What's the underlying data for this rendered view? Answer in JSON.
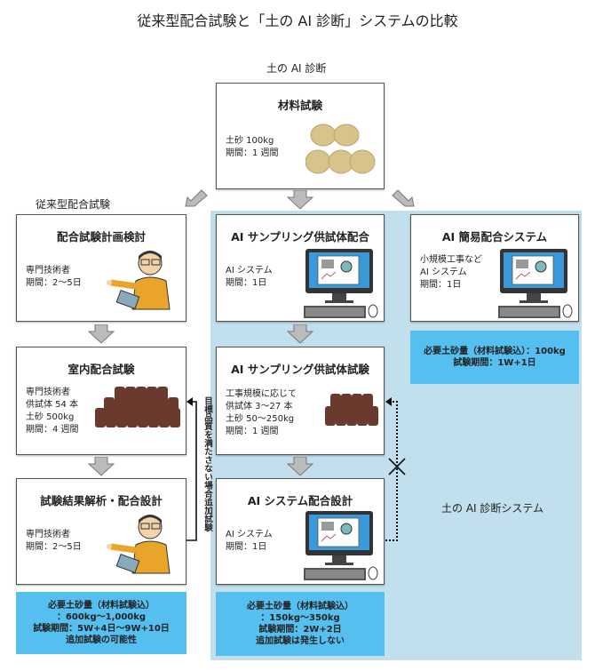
{
  "title": "従来型配合試験と「土の AI 診断」システムの比較",
  "labels": {
    "ai_diagnosis": "土の AI 診断",
    "conventional": "従来型配合試験",
    "ai_system_region": "土の AI 診断システム",
    "feedback_note": "目標品質を満たさない場合追加試験"
  },
  "material": {
    "title": "材料試験",
    "desc": "土砂 100kg\n期間：1 週間"
  },
  "conventional": [
    {
      "title": "配合試験計画検討",
      "desc": "専門技術者\n期間：2〜5日"
    },
    {
      "title": "室内配合試験",
      "desc": "専門技術者\n供試体 54 本\n土砂 500kg\n期間：4 週間"
    },
    {
      "title": "試験結果解析・配合設計",
      "desc": "専門技術者\n期間：2〜5日"
    }
  ],
  "conventional_summary": [
    "必要土砂量（材料試験込）",
    "：600kg〜1,000kg",
    "試験期間：5W+4日〜9W+10日",
    "追加試験の可能性"
  ],
  "ai": [
    {
      "title": "AI サンプリング供試体配合",
      "desc": "AI システム\n期間：1日"
    },
    {
      "title": "AI サンプリング供試体試験",
      "desc": "工事規模に応じて\n供試体 3〜27 本\n土砂 50〜250kg\n期間：1 週間"
    },
    {
      "title": "AI システム配合設計",
      "desc": "AI システム\n期間：1日"
    }
  ],
  "ai_summary": [
    "必要土砂量（材料試験込）",
    "：150kg〜350kg",
    "試験期間：2W+2日",
    "追加試験は発生しない"
  ],
  "simple": {
    "title": "AI 簡易配合システム",
    "desc": "小規模工事など\nAI システム\n期間：1日"
  },
  "simple_summary": [
    "必要土砂量（材料試験込）：100kg",
    "試験期間：1W+1日"
  ]
}
